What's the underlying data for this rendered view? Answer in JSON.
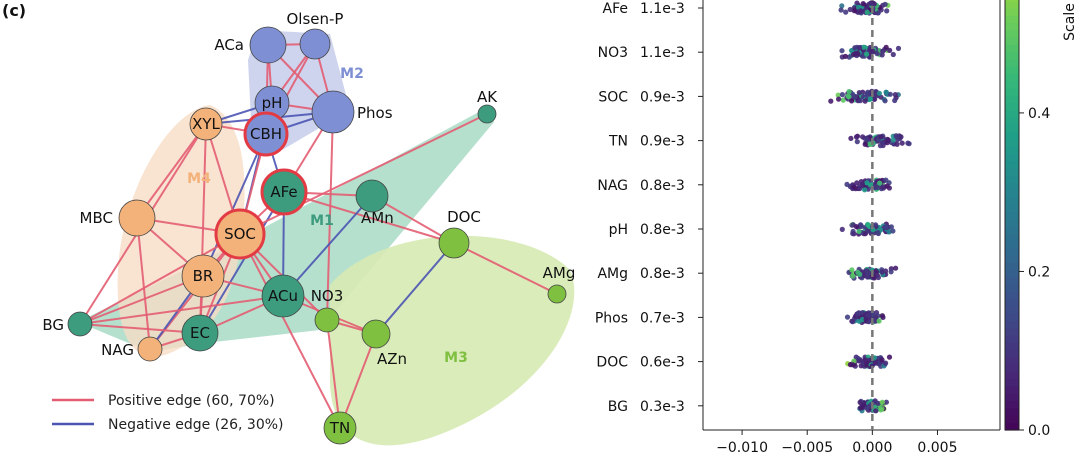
{
  "panel_label": "(c)",
  "colors": {
    "positive_edge": "#e35d72",
    "negative_edge": "#4b55b3",
    "M1": "#3d9b7e",
    "M2": "#7f8fd4",
    "M3": "#8cc63f",
    "M4": "#f2b27a",
    "key_node_outline": "#e33b44",
    "node_outline": "#444444",
    "dashed_line": "#777777"
  },
  "network": {
    "modules": [
      {
        "id": "M1",
        "label": "M1",
        "color": "#3d9b7e",
        "fill": "#a9dbc6"
      },
      {
        "id": "M2",
        "label": "M2",
        "color": "#7f8fd4",
        "fill": "#c9cfec"
      },
      {
        "id": "M3",
        "label": "M3",
        "color": "#7fc041",
        "fill": "#d7eab4"
      },
      {
        "id": "M4",
        "label": "M4",
        "color": "#f2b27a",
        "fill": "#f8dcc6"
      }
    ],
    "nodes": [
      {
        "id": "ACa",
        "label": "ACa",
        "module": "M2",
        "key": false
      },
      {
        "id": "Olsen-P",
        "label": "Olsen-P",
        "module": "M2",
        "key": false
      },
      {
        "id": "pH",
        "label": "pH",
        "module": "M2",
        "key": false
      },
      {
        "id": "Phos",
        "label": "Phos",
        "module": "M2",
        "key": false
      },
      {
        "id": "CBH",
        "label": "CBH",
        "module": "M2",
        "key": true
      },
      {
        "id": "XYL",
        "label": "XYL",
        "module": "M4",
        "key": false
      },
      {
        "id": "AK",
        "label": "AK",
        "module": "M1",
        "key": false
      },
      {
        "id": "AFe",
        "label": "AFe",
        "module": "M1",
        "key": true
      },
      {
        "id": "AMn",
        "label": "AMn",
        "module": "M1",
        "key": false
      },
      {
        "id": "MBC",
        "label": "MBC",
        "module": "M4",
        "key": false
      },
      {
        "id": "SOC",
        "label": "SOC",
        "module": "M4",
        "key": true
      },
      {
        "id": "DOC",
        "label": "DOC",
        "module": "M3",
        "key": false
      },
      {
        "id": "AMg",
        "label": "AMg",
        "module": "M3",
        "key": false
      },
      {
        "id": "BR",
        "label": "BR",
        "module": "M4",
        "key": false
      },
      {
        "id": "ACu",
        "label": "ACu",
        "module": "M1",
        "key": false
      },
      {
        "id": "NO3",
        "label": "NO3",
        "module": "M3",
        "key": false
      },
      {
        "id": "BG",
        "label": "BG",
        "module": "M1",
        "key": false
      },
      {
        "id": "EC",
        "label": "EC",
        "module": "M1",
        "key": false
      },
      {
        "id": "AZn",
        "label": "AZn",
        "module": "M3",
        "key": false
      },
      {
        "id": "NAG",
        "label": "NAG",
        "module": "M4",
        "key": false
      },
      {
        "id": "TN",
        "label": "TN",
        "module": "M3",
        "key": false
      }
    ],
    "edges": [
      {
        "source": "ACa",
        "target": "Olsen-P",
        "sign": "positive"
      },
      {
        "source": "ACa",
        "target": "pH",
        "sign": "positive"
      },
      {
        "source": "ACa",
        "target": "CBH",
        "sign": "positive"
      },
      {
        "source": "ACa",
        "target": "Phos",
        "sign": "positive"
      },
      {
        "source": "Olsen-P",
        "target": "pH",
        "sign": "positive"
      },
      {
        "source": "Olsen-P",
        "target": "Phos",
        "sign": "positive"
      },
      {
        "source": "Olsen-P",
        "target": "CBH",
        "sign": "positive"
      },
      {
        "source": "pH",
        "target": "Phos",
        "sign": "positive"
      },
      {
        "source": "pH",
        "target": "CBH",
        "sign": "negative"
      },
      {
        "source": "pH",
        "target": "XYL",
        "sign": "negative"
      },
      {
        "source": "pH",
        "target": "SOC",
        "sign": "negative"
      },
      {
        "source": "Phos",
        "target": "CBH",
        "sign": "negative"
      },
      {
        "source": "Phos",
        "target": "XYL",
        "sign": "negative"
      },
      {
        "source": "Phos",
        "target": "AFe",
        "sign": "positive"
      },
      {
        "source": "Phos",
        "target": "NO3",
        "sign": "positive"
      },
      {
        "source": "CBH",
        "target": "XYL",
        "sign": "positive"
      },
      {
        "source": "CBH",
        "target": "AFe",
        "sign": "negative"
      },
      {
        "source": "CBH",
        "target": "SOC",
        "sign": "positive"
      },
      {
        "source": "CBH",
        "target": "BR",
        "sign": "negative"
      },
      {
        "source": "XYL",
        "target": "SOC",
        "sign": "positive"
      },
      {
        "source": "XYL",
        "target": "EC",
        "sign": "positive"
      },
      {
        "source": "XYL",
        "target": "BG",
        "sign": "positive"
      },
      {
        "source": "XYL",
        "target": "MBC",
        "sign": "positive"
      },
      {
        "source": "AFe",
        "target": "AMn",
        "sign": "positive"
      },
      {
        "source": "AFe",
        "target": "SOC",
        "sign": "positive"
      },
      {
        "source": "AFe",
        "target": "ACu",
        "sign": "negative"
      },
      {
        "source": "AFe",
        "target": "EC",
        "sign": "negative"
      },
      {
        "source": "AFe",
        "target": "DOC",
        "sign": "positive"
      },
      {
        "source": "AMn",
        "target": "ACu",
        "sign": "negative"
      },
      {
        "source": "AMn",
        "target": "DOC",
        "sign": "positive"
      },
      {
        "source": "MBC",
        "target": "SOC",
        "sign": "positive"
      },
      {
        "source": "MBC",
        "target": "BR",
        "sign": "positive"
      },
      {
        "source": "MBC",
        "target": "NAG",
        "sign": "positive"
      },
      {
        "source": "SOC",
        "target": "BR",
        "sign": "positive"
      },
      {
        "source": "SOC",
        "target": "EC",
        "sign": "positive"
      },
      {
        "source": "SOC",
        "target": "ACu",
        "sign": "positive"
      },
      {
        "source": "SOC",
        "target": "NO3",
        "sign": "positive"
      },
      {
        "source": "SOC",
        "target": "NAG",
        "sign": "positive"
      },
      {
        "source": "SOC",
        "target": "BG",
        "sign": "positive"
      },
      {
        "source": "SOC",
        "target": "AK",
        "sign": "positive"
      },
      {
        "source": "SOC",
        "target": "TN",
        "sign": "positive"
      },
      {
        "source": "DOC",
        "target": "AMg",
        "sign": "positive"
      },
      {
        "source": "DOC",
        "target": "AZn",
        "sign": "negative"
      },
      {
        "source": "BR",
        "target": "EC",
        "sign": "positive"
      },
      {
        "source": "BR",
        "target": "NAG",
        "sign": "negative"
      },
      {
        "source": "BR",
        "target": "BG",
        "sign": "positive"
      },
      {
        "source": "BR",
        "target": "ACu",
        "sign": "positive"
      },
      {
        "source": "ACu",
        "target": "EC",
        "sign": "positive"
      },
      {
        "source": "ACu",
        "target": "AZn",
        "sign": "positive"
      },
      {
        "source": "ACu",
        "target": "BG",
        "sign": "positive"
      },
      {
        "source": "NO3",
        "target": "TN",
        "sign": "positive"
      },
      {
        "source": "NO3",
        "target": "AZn",
        "sign": "positive"
      },
      {
        "source": "EC",
        "target": "BG",
        "sign": "positive"
      },
      {
        "source": "EC",
        "target": "NAG",
        "sign": "positive"
      },
      {
        "source": "AZn",
        "target": "TN",
        "sign": "positive"
      }
    ],
    "legend": [
      {
        "label": "Positive edge (60, 70%)",
        "color": "#e35d72"
      },
      {
        "label": "Negative edge (26, 30%)",
        "color": "#4b55b3"
      }
    ]
  },
  "chart_data": {
    "type": "scatter",
    "title": "",
    "xlabel": "",
    "ylabel": "",
    "xlim": [
      -0.013,
      0.0098
    ],
    "x_ticks": [
      -0.01,
      -0.005,
      0.0,
      0.005
    ],
    "x_tick_labels": [
      "−0.010",
      "−0.005",
      "0.000",
      "0.005"
    ],
    "zero_line": "dashed",
    "categories": [
      "AFe",
      "NO3",
      "SOC",
      "TN",
      "NAG",
      "pH",
      "AMg",
      "Phos",
      "DOC",
      "BG"
    ],
    "importance": [
      "1.1e-3",
      "1.1e-3",
      "0.9e-3",
      "0.9e-3",
      "0.8e-3",
      "0.8e-3",
      "0.8e-3",
      "0.7e-3",
      "0.6e-3",
      "0.3e-3"
    ],
    "series": [
      {
        "category": "AFe",
        "x_min": -0.003,
        "x_max": 0.0022,
        "color_high_side": "right"
      },
      {
        "category": "NO3",
        "x_min": -0.0033,
        "x_max": 0.0023,
        "color_high_side": "right"
      },
      {
        "category": "SOC",
        "x_min": -0.004,
        "x_max": 0.0028,
        "color_high_side": "left"
      },
      {
        "category": "TN",
        "x_min": -0.002,
        "x_max": 0.0033,
        "color_high_side": "left"
      },
      {
        "category": "NAG",
        "x_min": -0.0024,
        "x_max": 0.0022,
        "color_high_side": "right"
      },
      {
        "category": "pH",
        "x_min": -0.0028,
        "x_max": 0.0024,
        "color_high_side": "left"
      },
      {
        "category": "AMg",
        "x_min": -0.0029,
        "x_max": 0.0022,
        "color_high_side": "left"
      },
      {
        "category": "Phos",
        "x_min": -0.0022,
        "x_max": 0.0015,
        "color_high_side": "right"
      },
      {
        "category": "DOC",
        "x_min": -0.0023,
        "x_max": 0.0017,
        "color_high_side": "left"
      },
      {
        "category": "BG",
        "x_min": -0.0013,
        "x_max": 0.0013,
        "color_high_side": "right"
      }
    ],
    "colorbar": {
      "label": "Scale",
      "range": [
        0.0,
        0.55
      ],
      "ticks": [
        0.0,
        0.2,
        0.4
      ],
      "tick_labels": [
        "0.0",
        "0.2",
        "0.4"
      ],
      "colormap": "viridis"
    }
  }
}
